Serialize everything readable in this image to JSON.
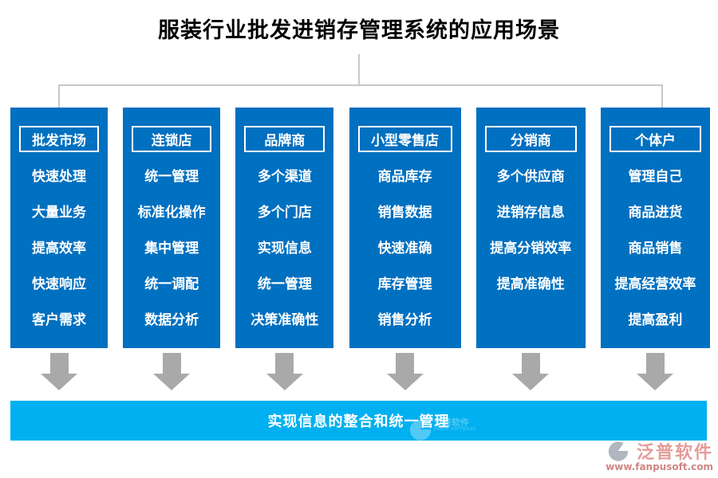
{
  "title": "服装行业批发进销存管理系统的应用场景",
  "columns": [
    {
      "header": "批发市场",
      "items": [
        "快速处理",
        "大量业务",
        "提高效率",
        "快速响应",
        "客户需求"
      ]
    },
    {
      "header": "连锁店",
      "items": [
        "统一管理",
        "标准化操作",
        "集中管理",
        "统一调配",
        "数据分析"
      ]
    },
    {
      "header": "品牌商",
      "items": [
        "多个渠道",
        "多个门店",
        "实现信息",
        "统一管理",
        "决策准确性"
      ]
    },
    {
      "header": "小型零售店",
      "items": [
        "商品库存",
        "销售数据",
        "快速准确",
        "库存管理",
        "销售分析"
      ]
    },
    {
      "header": "分销商",
      "items": [
        "多个供应商",
        "进销存信息",
        "提高分销效率",
        "提高准确性"
      ]
    },
    {
      "header": "个体户",
      "items": [
        "管理自己",
        "商品进货",
        "商品销售",
        "提高经营效率",
        "提高盈利"
      ]
    }
  ],
  "banner": {
    "label": "实现信息的整合和统一管理"
  },
  "watermark": {
    "brand": "泛普软件",
    "subtext": "FANPU SOFTWARE"
  },
  "footer": {
    "brand": "泛普软件",
    "url": "www.fanpusoft.com"
  },
  "colors": {
    "column_blue": "#0070C0",
    "banner_cyan": "#00B0F0",
    "arrow_gray": "#A9A9A9",
    "connector_gray": "#C8C8C8",
    "brand_pink": "#E0928E"
  }
}
